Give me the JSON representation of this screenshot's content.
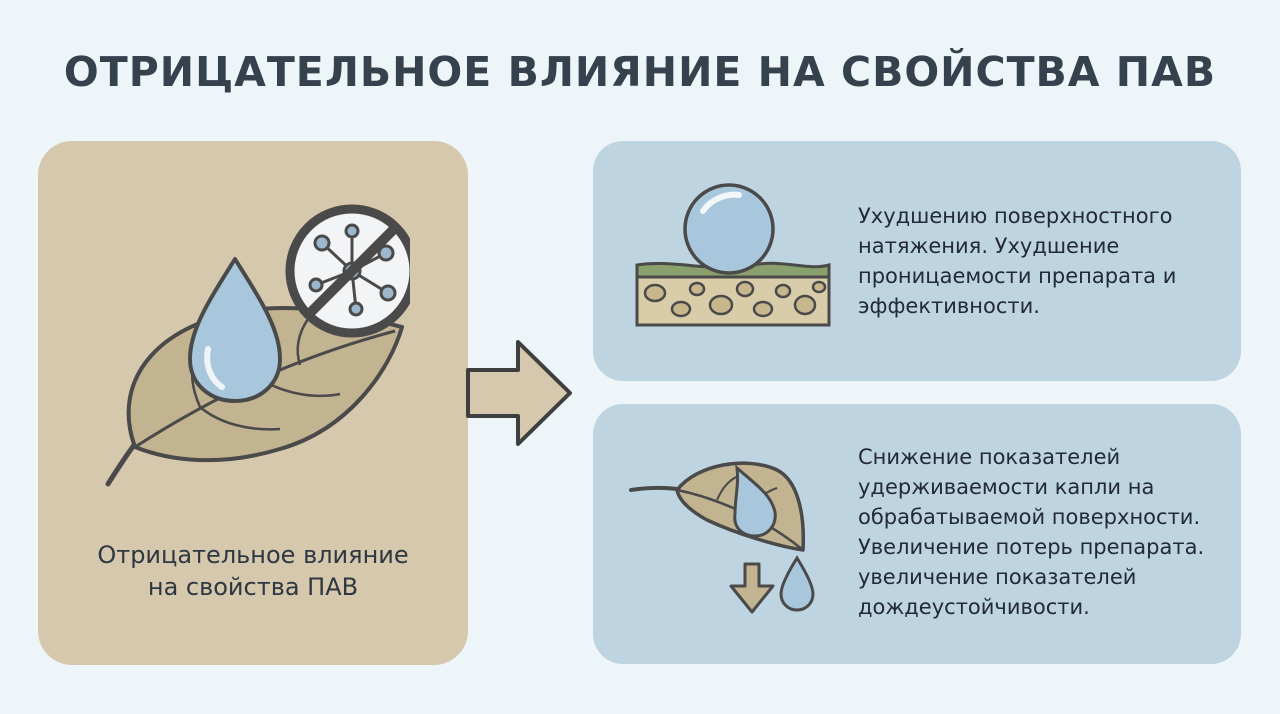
{
  "title": "ОТРИЦАТЕЛЬНОЕ ВЛИЯНИЕ НА СВОЙСТВА ПАВ",
  "left_panel": {
    "caption": [
      "Отрицательное влияние",
      "на свойства ПАВ"
    ]
  },
  "cards": [
    {
      "lines": [
        "Ухудшению поверхностного",
        "натяжения. Ухудшение",
        "проницаемости препарата и",
        "эффективности."
      ]
    },
    {
      "lines": [
        "Снижение показателей",
        "удерживаемости капли на",
        "обрабатываемой поверхности.",
        "Увеличение потерь препарата.",
        "увеличение показателей",
        "дождеустойчивости."
      ]
    }
  ],
  "colors": {
    "background": "#eef5f9",
    "left_panel": "#d5c8ac",
    "cards": "#bfd4e1",
    "leaf": "#c2b391",
    "drop": "#a9c7dc",
    "outline": "#4a4a4a"
  },
  "icons": [
    "water-drop-icon",
    "leaf-icon",
    "no-molecule-icon",
    "arrow-right-icon",
    "sphere-droplet-icon",
    "porous-substrate-icon",
    "leaf-with-drop-icon",
    "arrow-down-icon",
    "falling-drop-icon"
  ]
}
